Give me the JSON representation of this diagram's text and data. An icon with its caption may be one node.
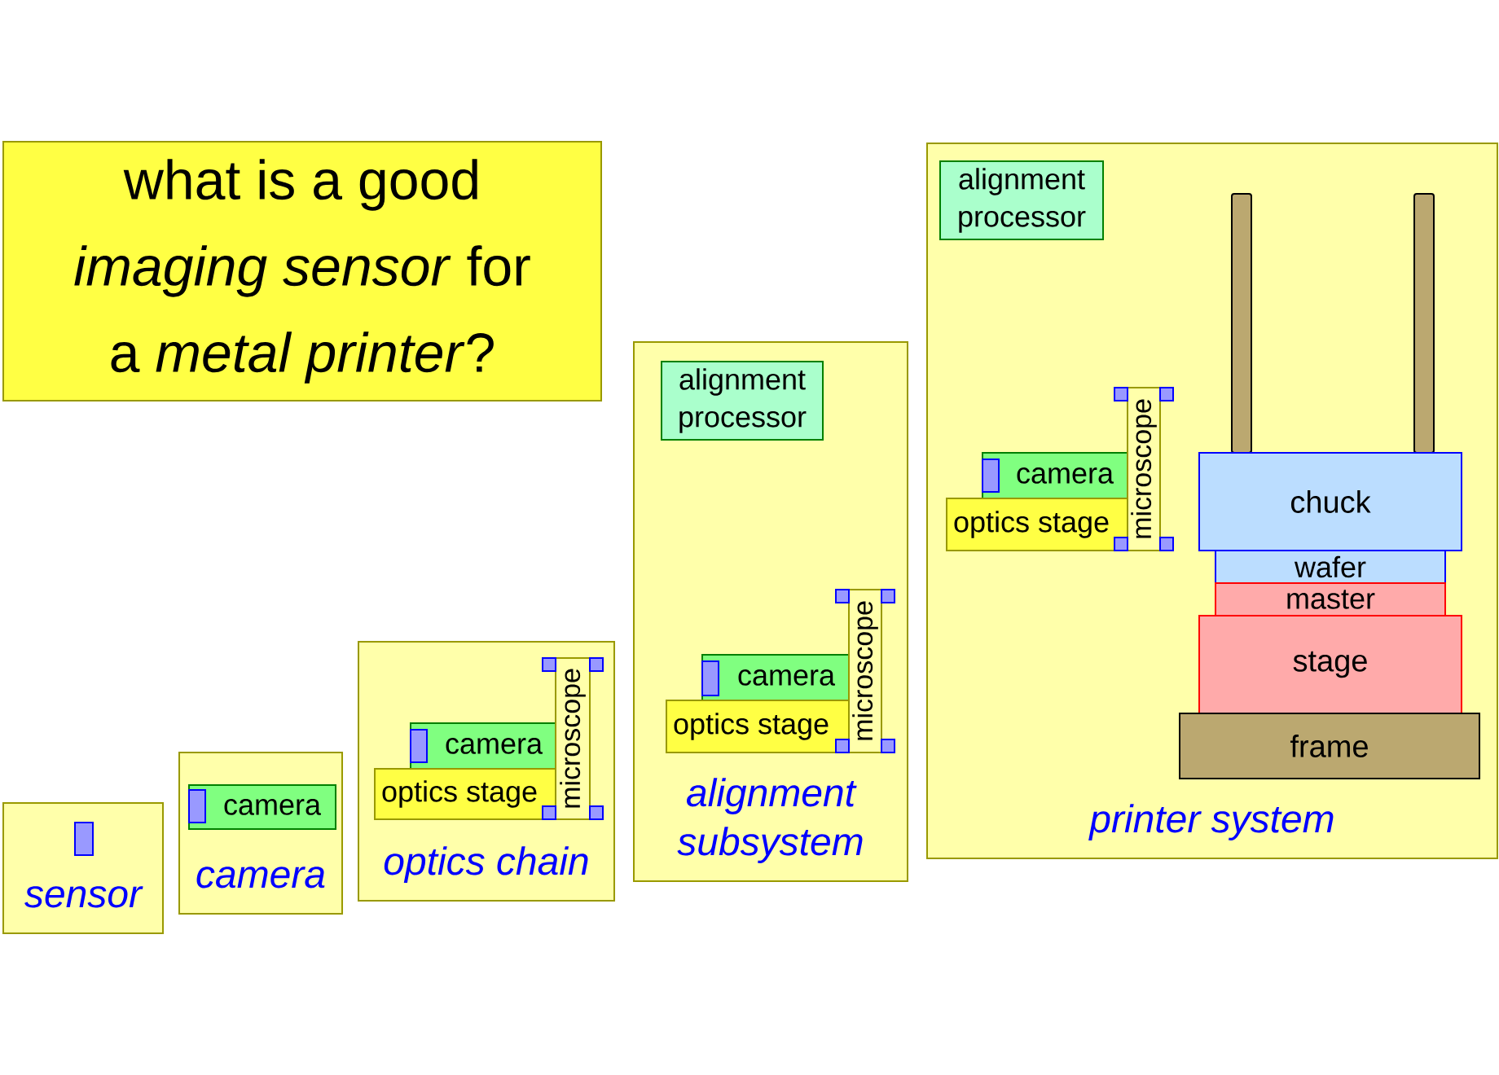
{
  "diagram": {
    "nodes": [
      {
        "text": [
          "what is a good *imaging sensor* for a *metal printer*?"
        ]
      },
      {
        "text": [
          "sensor"
        ]
      },
      {
        "text": [],
        "shape": "box",
        "in": 1
      },
      {
        "text": [
          "camera"
        ]
      },
      {
        "text": [
          "camera"
        ],
        "in": 3
      },
      {
        "text": [],
        "shape": "box",
        "in": 4
      },
      {
        "text": [
          "optics chain"
        ]
      },
      {
        "text": [
          "camera"
        ],
        "in": 6
      },
      {
        "text": [],
        "shape": "box",
        "in": 7
      },
      {
        "text": [
          "optics stage"
        ],
        "in": 6
      },
      {
        "text": [
          "microscope"
        ],
        "in": 6
      },
      {
        "text": [
          "alignment subsystem"
        ]
      },
      {
        "text": [
          "alignment processor"
        ],
        "in": 11
      },
      {
        "text": [
          "camera"
        ],
        "in": 11
      },
      {
        "text": [],
        "shape": "box",
        "in": 13
      },
      {
        "text": [
          "optics stage"
        ],
        "in": 11
      },
      {
        "text": [
          "microscope"
        ],
        "in": 11
      },
      {
        "text": [
          "printer system"
        ]
      },
      {
        "text": [
          "alignment processor"
        ],
        "in": 17
      },
      {
        "text": [
          "camera"
        ],
        "in": 17
      },
      {
        "text": [],
        "shape": "box",
        "in": 19
      },
      {
        "text": [
          "optics stage"
        ],
        "in": 17
      },
      {
        "text": [
          "microscope"
        ],
        "in": 17
      },
      {
        "text": [],
        "shape": "bar",
        "in": 17
      },
      {
        "text": [],
        "shape": "bar",
        "in": 17
      },
      {
        "text": [
          "chuck"
        ],
        "in": 17
      },
      {
        "text": [
          "wafer"
        ],
        "in": 17
      },
      {
        "text": [
          "master"
        ],
        "in": 17
      },
      {
        "text": [
          "stage"
        ],
        "in": 17
      },
      {
        "text": [
          "frame"
        ],
        "in": 17
      }
    ]
  }
}
